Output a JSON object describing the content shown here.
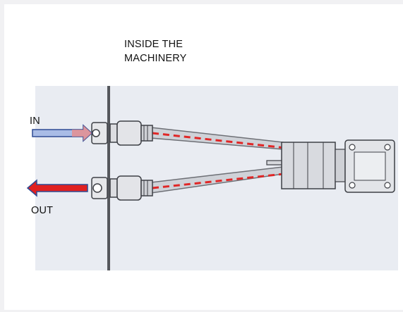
{
  "title_line1": "INSIDE THE",
  "title_line2": "MACHINERY",
  "in_label": "IN",
  "out_label": "OUT",
  "colors": {
    "panel": "#e9ecf2",
    "wall": "#55575c",
    "hose": "#6e7076",
    "flow_line": "#e02727",
    "arrow_in_fill": "#a9bce6",
    "arrow_in_outline": "#2f4b94",
    "arrow_out_fill": "#e02121",
    "arrow_out_outline": "#2f4b94"
  }
}
